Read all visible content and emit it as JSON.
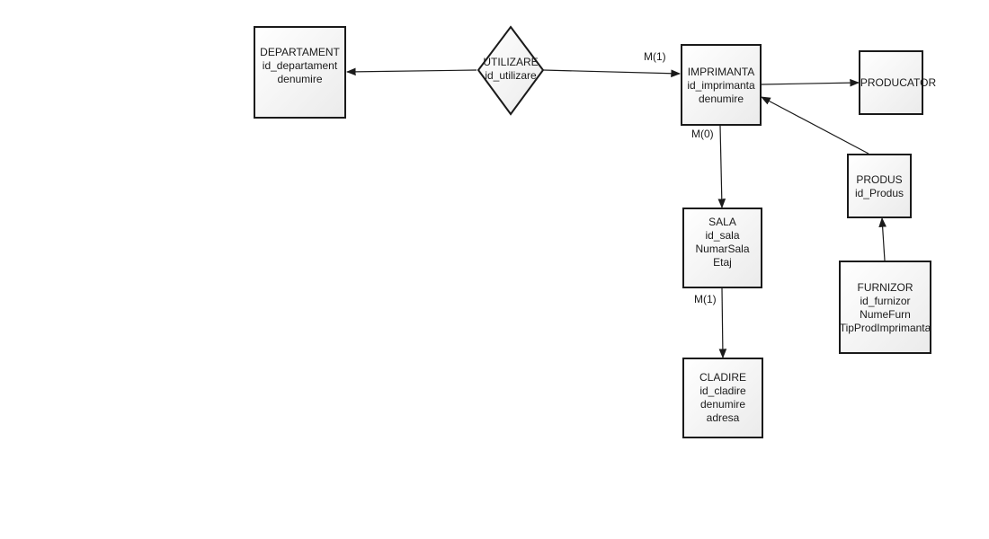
{
  "entities": {
    "departament": {
      "name": "DEPARTAMENT",
      "attrs": [
        "id_departament",
        "denumire"
      ]
    },
    "imprimanta": {
      "name": "IMPRIMANTA",
      "attrs": [
        "id_imprimanta",
        "denumire"
      ]
    },
    "producator": {
      "name": "PRODUCATOR",
      "attrs": []
    },
    "produs": {
      "name": "PRODUS",
      "attrs": [
        "id_Produs"
      ]
    },
    "sala": {
      "name": "SALA",
      "attrs": [
        "id_sala",
        "NumarSala",
        "Etaj"
      ]
    },
    "furnizor": {
      "name": "FURNIZOR",
      "attrs": [
        "id_furnizor",
        "NumeFurn",
        "TipProdImprimanta"
      ]
    },
    "cladire": {
      "name": "CLADIRE",
      "attrs": [
        "id_cladire",
        "denumire",
        "adresa"
      ]
    }
  },
  "relationships": {
    "utilizare": {
      "name": "UTILIZARE",
      "attrs": [
        "id_utilizare"
      ]
    }
  },
  "multiplicities": {
    "utilizare_imprimanta": "M(1)",
    "imprimanta_sala": "M(0)",
    "sala_cladire": "M(1)"
  },
  "colors": {
    "stroke": "#1a1a1a",
    "fill_start": "#ffffff",
    "fill_end": "#ebebeb"
  }
}
